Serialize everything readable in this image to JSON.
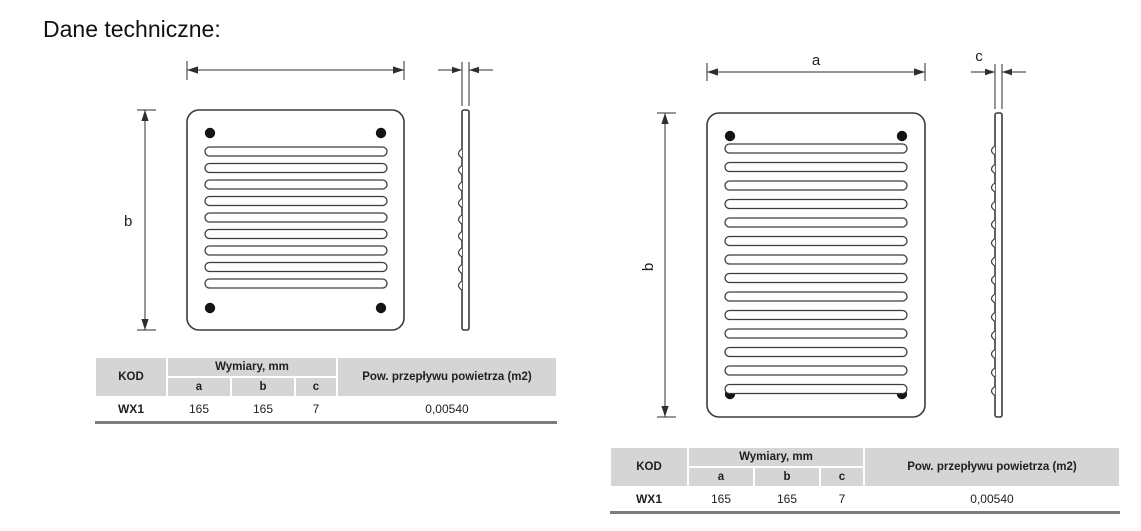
{
  "page": {
    "title": "Dane techniczne:"
  },
  "diagram_left": {
    "label_b": "b",
    "slat_count": 9
  },
  "diagram_right": {
    "label_a": "a",
    "label_b": "b",
    "label_c": "c",
    "slat_count": 14
  },
  "table_left": {
    "header_kod": "KOD",
    "header_dims": "Wymiary, mm",
    "header_a": "a",
    "header_b": "b",
    "header_c": "c",
    "header_flow": "Pow. przepływu powietrza (m2)",
    "row": {
      "kod": "WX1",
      "a": "165",
      "b": "165",
      "c": "7",
      "flow": "0,00540"
    }
  },
  "table_right": {
    "header_kod": "KOD",
    "header_dims": "Wymiary, mm",
    "header_a": "a",
    "header_b": "b",
    "header_c": "c",
    "header_flow": "Pow. przepływu powietrza (m2)",
    "row": {
      "kod": "WX1",
      "a": "165",
      "b": "165",
      "c": "7",
      "flow": "0,00540"
    }
  }
}
